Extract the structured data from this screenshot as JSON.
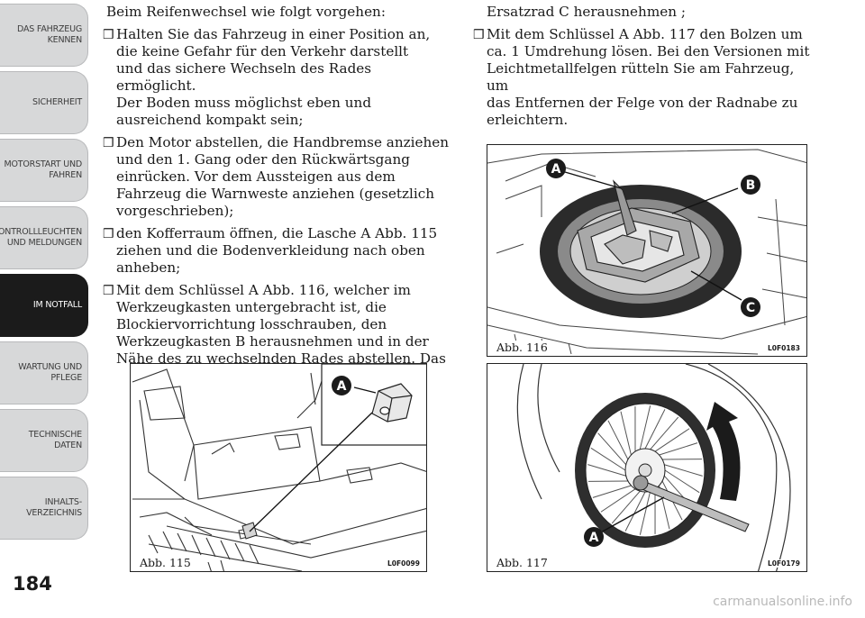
{
  "sidebar": {
    "tabs": [
      {
        "label": "DAS FAHRZEUG\nKENNEN"
      },
      {
        "label": "SICHERHEIT"
      },
      {
        "label": "MOTORSTART UND\nFAHREN"
      },
      {
        "label": "KONTROLLLEUCHTEN\nUND MELDUNGEN"
      },
      {
        "label": "IM NOTFALL"
      },
      {
        "label": "WARTUNG UND\nPFLEGE"
      },
      {
        "label": "TECHNISCHE\nDATEN"
      },
      {
        "label": "INHALTS-\nVERZEICHNIS"
      }
    ],
    "active_tab": "IM NOTFALL"
  },
  "page_number": "184",
  "left_column": {
    "intro": "Beim Reifenwechsel wie folgt vorgehen:",
    "bullet": "❒",
    "items": [
      {
        "first": "Halten Sie das Fahrzeug in einer Position an,",
        "rest": "die keine Gefahr für den Verkehr darstellt\nund das sichere Wechseln des Rades ermöglicht.\nDer Boden muss möglichst eben und\nausreichend kompakt sein;"
      },
      {
        "first": " Den Motor abstellen, die Handbremse anziehen",
        "rest": "und den 1. Gang oder den Rückwärtsgang\neinrücken. Vor dem Aussteigen aus dem\nFahrzeug die Warnweste anziehen (gesetzlich\nvorgeschrieben);"
      },
      {
        "first": "den Kofferraum öffnen, die Lasche A Abb. 115",
        "rest": "ziehen und die Bodenverkleidung nach oben\nanheben;"
      },
      {
        "first": "Mit dem Schlüssel A Abb. 116, welcher im",
        "rest": "Werkzeugkasten untergebracht ist, die\nBlockiervorrichtung losschrauben, den\nWerkzeugkasten B herausnehmen und in der\nNähe des zu wechselnden Rades abstellen. Das"
      }
    ]
  },
  "right_column": {
    "continuation": "Ersatzrad C herausnehmen ;",
    "bullet": "❒",
    "items": [
      {
        "first": "Mit dem Schlüssel A Abb. 117 den Bolzen um",
        "rest": "ca. 1 Umdrehung lösen. Bei den Versionen mit\nLeichtmetallfelgen rütteln Sie am Fahrzeug, um\ndas Entfernen der Felge von der Radnabe zu\nerleichtern."
      }
    ]
  },
  "figures": [
    {
      "caption": "Abb. 115",
      "code": "L0F0099",
      "labels": [
        "A"
      ]
    },
    {
      "caption": "Abb. 116",
      "code": "L0F0183",
      "labels": [
        "A",
        "B",
        "C"
      ]
    },
    {
      "caption": "Abb. 117",
      "code": "L0F0179",
      "labels": [
        "A"
      ]
    }
  ],
  "watermark": "carmanualsonline.info"
}
